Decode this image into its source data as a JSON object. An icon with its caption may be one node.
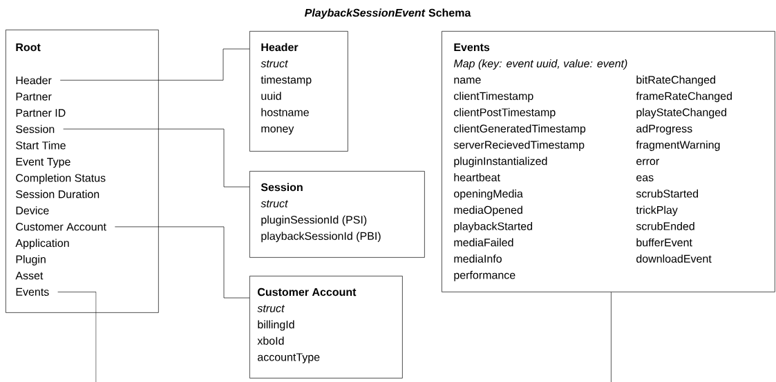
{
  "diagram": {
    "title": "*PlaybackSessionEvent* Schema",
    "nodes": [
      {
        "text": [
          "Root"
        ]
      },
      {
        "text": [
          "Header"
        ],
        "in": 0
      },
      {
        "text": [
          "Partner"
        ],
        "in": 0
      },
      {
        "text": [
          "Partner ID"
        ],
        "in": 0
      },
      {
        "text": [
          "Session"
        ],
        "in": 0
      },
      {
        "text": [
          "Start Time"
        ],
        "in": 0
      },
      {
        "text": [
          "Event Type"
        ],
        "in": 0
      },
      {
        "text": [
          "Completion Status"
        ],
        "in": 0
      },
      {
        "text": [
          "Session Duration"
        ],
        "in": 0
      },
      {
        "text": [
          "Device"
        ],
        "in": 0
      },
      {
        "text": [
          "Customer Account"
        ],
        "in": 0
      },
      {
        "text": [
          "Application"
        ],
        "in": 0
      },
      {
        "text": [
          "Plugin"
        ],
        "in": 0
      },
      {
        "text": [
          "Asset"
        ],
        "in": 0
      },
      {
        "text": [
          "Events"
        ],
        "in": 0
      },
      {
        "text": [
          "Header",
          "struct",
          "timestamp",
          "uuid",
          "hostname",
          "money"
        ]
      },
      {
        "text": [
          "Session",
          "struct",
          "pluginSessionId (PSI)",
          "playbackSessionId (PBI)"
        ]
      },
      {
        "text": [
          "Customer Account",
          "struct",
          "billingId",
          "xboId",
          "accountType"
        ]
      },
      {
        "text": [
          "Events",
          "Map (key: event uuid, value: event)",
          "name",
          "clientTimestamp",
          "clientPostTimestamp",
          "clientGeneratedTimestamp",
          "serverRecievedTimestamp",
          "pluginInstantialized",
          "heartbeat",
          "openingMedia",
          "mediaOpened",
          "playbackStarted",
          "mediaFailed",
          "mediaInfo",
          "performance",
          "bitRateChanged",
          "frameRateChanged",
          "playStateChanged",
          "adProgress",
          "fragmentWarning",
          "error",
          "eas",
          "scrubStarted",
          "trickPlay",
          "scrubEnded",
          "bufferEvent",
          "downloadEvent"
        ]
      }
    ],
    "edges": [
      {
        "from": 1,
        "to": 15,
        "arrow": "none"
      },
      {
        "from": 4,
        "to": 16,
        "arrow": "none"
      },
      {
        "from": 10,
        "to": 17,
        "arrow": "none"
      },
      {
        "from": 14,
        "to": null,
        "arrow": "none"
      },
      {
        "from": 18,
        "to": null,
        "arrow": "none"
      }
    ]
  }
}
